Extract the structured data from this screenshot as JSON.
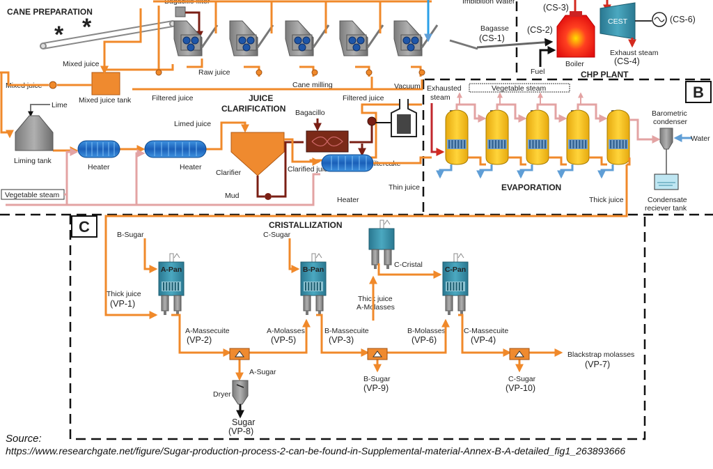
{
  "sections": {
    "cane_preparation": "CANE PREPARATION",
    "juice_clarification_line1": "JUICE",
    "juice_clarification_line2": "CLARIFICATION",
    "chp_plant": "CHP PLANT",
    "evaporation": "EVAPORATION",
    "cristallization": "CRISTALLIZATION",
    "box_b": "B",
    "box_c": "C"
  },
  "labels": {
    "bagacillo_filter": "Bagacillo filter",
    "imbibition_water": "Imbibition Water",
    "bagasse": "Bagasse",
    "cs1": "(CS-1)",
    "cs2": "(CS-2)",
    "cs3": "(CS-3)",
    "cs4": "(CS-4)",
    "cs6": "(CS-6)",
    "boiler": "Boiler",
    "fuel": "Fuel",
    "cest": "CEST",
    "exhaust_steam": "Exhaust steam",
    "mixed_juice_top": "Mixed juice",
    "mixed_juice_left": "Mixed juice",
    "mixed_juice_tank": "Mixed juice tank",
    "raw_juice": "Raw juice",
    "filtered_juice_1": "Filtered juice",
    "cane_milling": "Cane milling",
    "filtered_juice_2": "Filtered juice",
    "vacuum": "Vacuum",
    "lime": "Lime",
    "liming_tank": "Liming tank",
    "heater_1": "Heater",
    "heater_2": "Heater",
    "heater_3": "Heater",
    "limed_juice": "Limed juice",
    "bagacillo": "Bagacillo",
    "clarifier": "Clarifier",
    "clarified_juice": "Clarified juice",
    "filtercake": "Filtercake",
    "mud": "Mud",
    "thin_juice": "Thin juice",
    "vegetable_steam_left": "Vegetable steam",
    "vegetable_steam_top": "Vegetable steam",
    "exhausted_steam_1": "Exhausted",
    "exhausted_steam_2": "steam",
    "barometric_1": "Barometric",
    "barometric_2": "condenser",
    "water": "Water",
    "thick_juice_evap": "Thick juice",
    "condensate_1": "Condensate",
    "condensate_2": "reciever tank",
    "b_sugar_in": "B-Sugar",
    "c_sugar_in": "C-Sugar",
    "a_pan": "A-Pan",
    "b_pan": "B-Pan",
    "c_pan": "C-Pan",
    "c_cristal": "C-Cristal",
    "thick_juice_c": "Thick juice",
    "a_molasses_in": "A-Molasses",
    "thick_juice_a": "Thick juice",
    "vp1": "(VP-1)",
    "a_massecuite": "A-Massecuite",
    "vp2": "(VP-2)",
    "a_molasses": "A-Molasses",
    "vp5": "(VP-5)",
    "b_massecuite": "B-Massecuite",
    "vp3": "(VP-3)",
    "b_molasses": "B-Molasses",
    "vp6": "(VP-6)",
    "c_massecuite": "C-Massecuite",
    "vp4": "(VP-4)",
    "a_sugar": "A-Sugar",
    "dryer": "Dryer",
    "sugar": "Sugar",
    "vp8": "(VP-8)",
    "b_sugar_out": "B-Sugar",
    "vp9": "(VP-9)",
    "c_sugar_out": "C-Sugar",
    "vp10": "(VP-10)",
    "blackstrap": "Blackstrap molasses",
    "vp7": "(VP-7)"
  },
  "source": {
    "line1": "Source:",
    "line2": "https://www.researchgate.net/figure/Sugar-production-process-2-can-be-found-in-Supplemental-material-Annex-B-A-detailed_fig1_263893666"
  },
  "colors": {
    "juice": "#f0892a",
    "steam": "#e3a3a3",
    "water": "#5f9ed6",
    "mud": "#7a1f14",
    "evaporator": "#f2c21b",
    "pan": "#3c8fa5",
    "heater": "#1e70c9",
    "tank": "#ef8a2f"
  }
}
